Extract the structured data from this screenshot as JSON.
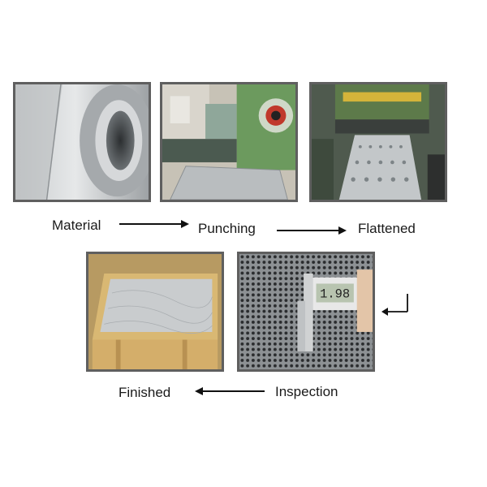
{
  "steps": {
    "material": "Material",
    "punching": "Punching",
    "flattened": "Flattened",
    "inspection": "Inspection",
    "finished": "Finished"
  },
  "caliper_reading": "1.98",
  "icons": {
    "arrow_right": "arrow-right-icon",
    "arrow_left": "arrow-left-icon",
    "corner_arrow": "corner-arrow-icon"
  },
  "colors": {
    "frame": "#5f5f5f",
    "text": "#1a1a1a",
    "arrow": "#111111"
  }
}
